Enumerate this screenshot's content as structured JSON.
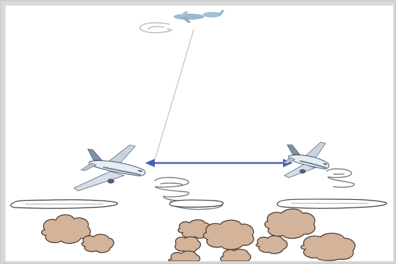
{
  "diagram": {
    "elements": [
      {
        "kind": "aircraft",
        "role": "high-altitude",
        "icon": "small-aircraft-icon"
      },
      {
        "kind": "aircraft",
        "role": "left",
        "icon": "airliner-icon"
      },
      {
        "kind": "aircraft",
        "role": "right",
        "icon": "airliner-icon"
      },
      {
        "kind": "link",
        "role": "air-to-air",
        "style": "double-headed-arrow"
      },
      {
        "kind": "link",
        "role": "air-to-high-altitude",
        "style": "thin-line"
      },
      {
        "kind": "cloud-layer",
        "icon": "flat-cloud-icon"
      },
      {
        "kind": "wake-turbulence",
        "icon": "swirl-icon"
      },
      {
        "kind": "terrain",
        "icon": "bush-cluster-icon"
      }
    ],
    "colors": {
      "arrow": "#4a5fb0",
      "line": "#b9bec6",
      "bush_fill": "#d3b39a",
      "bush_stroke": "#4a3a30",
      "fuselage": "#e8edf3",
      "fuselage_dark": "#5d6f84",
      "swirl": "#7a7a7a",
      "high_aircraft": "#9ab8cf"
    }
  }
}
